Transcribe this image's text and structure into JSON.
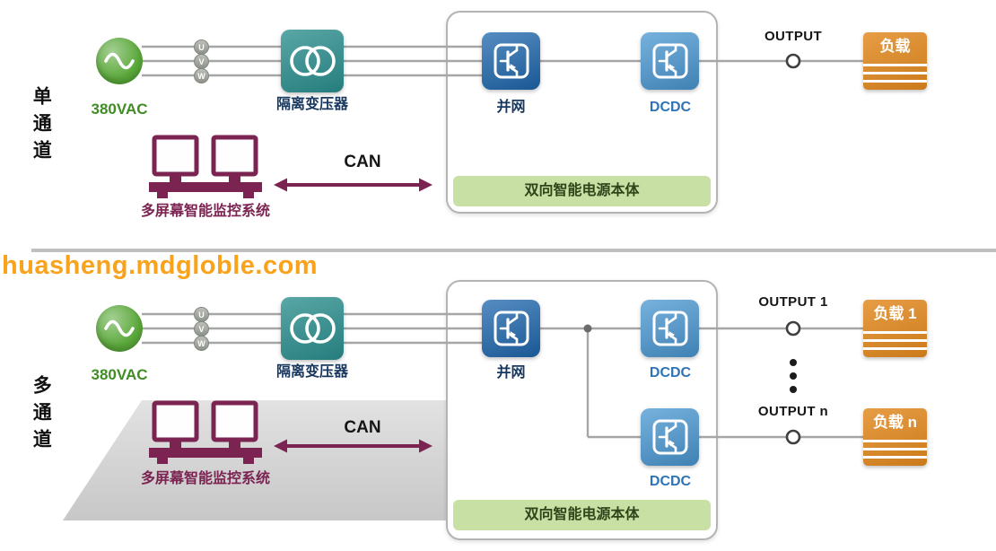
{
  "watermark": "huasheng.mdgloble.com",
  "sections": [
    {
      "side_label": "单通道",
      "source_label": "380VAC",
      "phases": [
        "U",
        "V",
        "W"
      ],
      "transformer_label": "隔离变压器",
      "inverter_label": "并网",
      "dcdc_label": "DCDC",
      "body_label": "双向智能电源本体",
      "can_label": "CAN",
      "monitor_label": "多屏幕智能监控系统",
      "output_label": "OUTPUT",
      "load_label": "负载"
    },
    {
      "side_label": "多通道",
      "source_label": "380VAC",
      "phases": [
        "U",
        "V",
        "W"
      ],
      "transformer_label": "隔离变压器",
      "inverter_label": "并网",
      "dcdc1_label": "DCDC",
      "dcdc2_label": "DCDC",
      "body_label": "双向智能电源本体",
      "can_label": "CAN",
      "monitor_label": "多屏幕智能监控系统",
      "output1_label": "OUTPUT 1",
      "load1_label": "负载 1",
      "output_n_label": "OUTPUT n",
      "load_n_label": "负载 n"
    }
  ],
  "colors": {
    "source_green": "#5aa83a",
    "source_text_green": "#3f8d24",
    "transformer_teal": "#2b8e8e",
    "inverter_blue": "#1e67ae",
    "dcdc_blue": "#4a98d3",
    "dcdc_text_blue": "#2e74b5",
    "label_navy": "#17375e",
    "load_orange": "#e2881d",
    "monitor_purple": "#7b2452",
    "bar_green": "#c8e0a4",
    "watermark_orange": "#f9a21b"
  }
}
